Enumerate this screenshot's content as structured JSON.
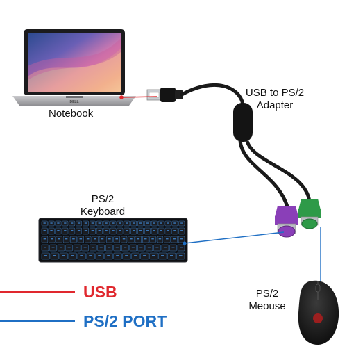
{
  "labels": {
    "notebook": "Notebook",
    "adapter_line1": "USB to PS/2",
    "adapter_line2": "Adapter",
    "keyboard_line1": "PS/2",
    "keyboard_line2": "Keyboard",
    "mouse_line1": "PS/2",
    "mouse_line2": "Meouse"
  },
  "laptop_brand": "DELL",
  "legend": [
    {
      "label": "USB",
      "color": "#e0282e"
    },
    {
      "label": "PS/2 PORT",
      "color": "#1f6fc4"
    }
  ],
  "colors": {
    "usb": "#e0282e",
    "ps2": "#1f6fc4",
    "ps2_keyboard_connector": "#8a3fb8",
    "ps2_mouse_connector": "#2e9a48",
    "cable": "#1a1a1a",
    "keyboard_backlight": "#4aa3ff"
  }
}
